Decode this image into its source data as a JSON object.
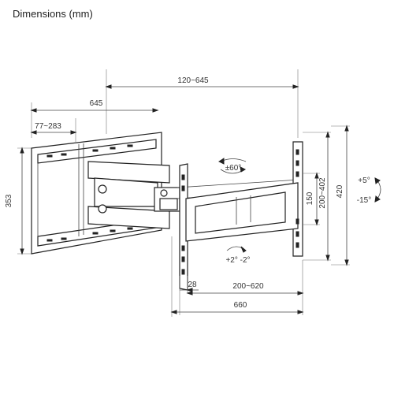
{
  "title": "Dimensions (mm)",
  "dimensions": {
    "top_width": "120~645",
    "arm_length": "645",
    "wall_plate_spacing": "77~283",
    "wall_plate_height": "353",
    "rotation": "±60°",
    "vesa_vertical": "200~402",
    "bracket_height": "420",
    "plate_150": "150",
    "tilt_up": "+5°",
    "tilt_down": "-15°",
    "level_adjust": "+2°  -2°",
    "offset_28": "28",
    "vesa_horizontal": "200~620",
    "total_width": "660"
  }
}
